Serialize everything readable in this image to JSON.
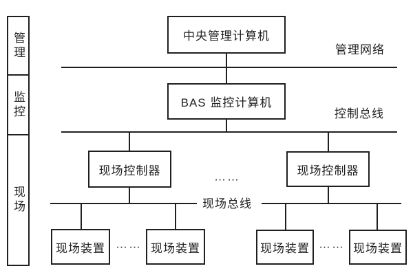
{
  "sidebar": {
    "items": [
      {
        "label": "管理"
      },
      {
        "label": "监控"
      },
      {
        "label": "现场"
      }
    ]
  },
  "nodes": {
    "central": {
      "label": "中央管理计算机"
    },
    "bas": {
      "label": "BAS 监控计算机"
    },
    "controller_left": {
      "label": "现场控制器"
    },
    "controller_right": {
      "label": "现场控制器"
    },
    "device_1": {
      "label": "现场装置"
    },
    "device_2": {
      "label": "现场装置"
    },
    "device_3": {
      "label": "现场装置"
    },
    "device_4": {
      "label": "现场装置"
    }
  },
  "buses": {
    "management_network": {
      "label": "管理网络"
    },
    "control_bus": {
      "label": "控制总线"
    },
    "field_bus": {
      "label": "现场总线"
    }
  },
  "ellipsis": {
    "controllers": "……",
    "devices_left": "……",
    "devices_right": "……"
  },
  "colors": {
    "line": "#1f1f1f",
    "background": "#ffffff",
    "text": "#1f1f1f"
  }
}
